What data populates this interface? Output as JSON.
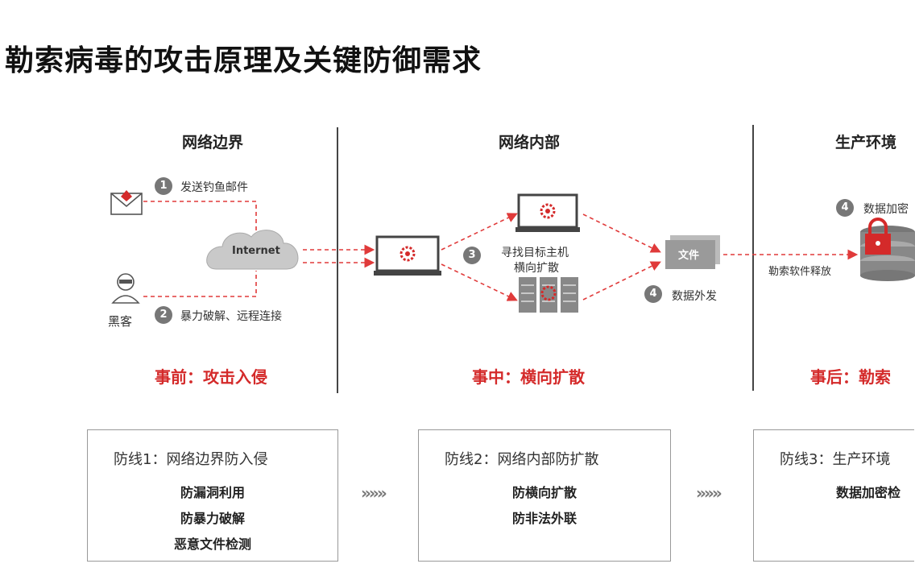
{
  "title": "勒索病毒的攻击原理及关键防御需求",
  "zones": [
    {
      "heading": "网络边界",
      "phase": "事前：攻击入侵"
    },
    {
      "heading": "网络内部",
      "phase": "事中：横向扩散"
    },
    {
      "heading": "生产环境",
      "phase": "事后：勒索"
    }
  ],
  "steps": {
    "phishing": {
      "num": "1",
      "label": "发送钓鱼邮件"
    },
    "bruteforce": {
      "num": "2",
      "label": "暴力破解、远程连接"
    },
    "lateral": {
      "num": "3",
      "label_line1": "寻找目标主机",
      "label_line2": "横向扩散"
    },
    "exfil": {
      "num": "4",
      "label": "数据外发"
    },
    "encrypt": {
      "num": "4",
      "label": "数据加密"
    }
  },
  "labels": {
    "internet": "Internet",
    "hacker": "黑客",
    "file": "文件",
    "ransom_release": "勒索软件释放"
  },
  "defenses": [
    {
      "title": "防线1：网络边界防入侵",
      "items": [
        "防漏洞利用",
        "防暴力破解",
        "恶意文件检测"
      ]
    },
    {
      "title": "防线2：网络内部防扩散",
      "items": [
        "防横向扩散",
        "防非法外联"
      ]
    },
    {
      "title": "防线3：生产环境",
      "items": [
        "数据加密检"
      ]
    }
  ],
  "chevrons": "»»»",
  "colors": {
    "accent_red": "#d42a2a",
    "dashed_red": "#e03a3a",
    "icon_gray": "#555555"
  }
}
